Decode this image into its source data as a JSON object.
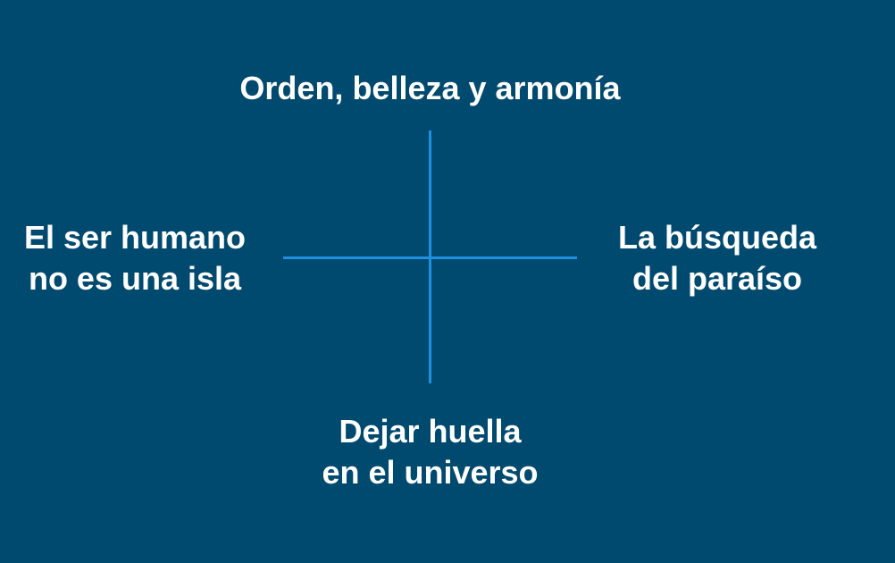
{
  "diagram": {
    "colors": {
      "background": "#004a6f",
      "axes": "#1e90e0",
      "text": "#ffffff"
    },
    "top": {
      "lines": [
        "Orden, belleza y armonía"
      ]
    },
    "left": {
      "lines": [
        "El ser humano",
        "no es una isla"
      ]
    },
    "right": {
      "lines": [
        "La búsqueda",
        "del paraíso"
      ]
    },
    "bottom": {
      "lines": [
        "Dejar huella",
        "en el universo"
      ]
    }
  }
}
